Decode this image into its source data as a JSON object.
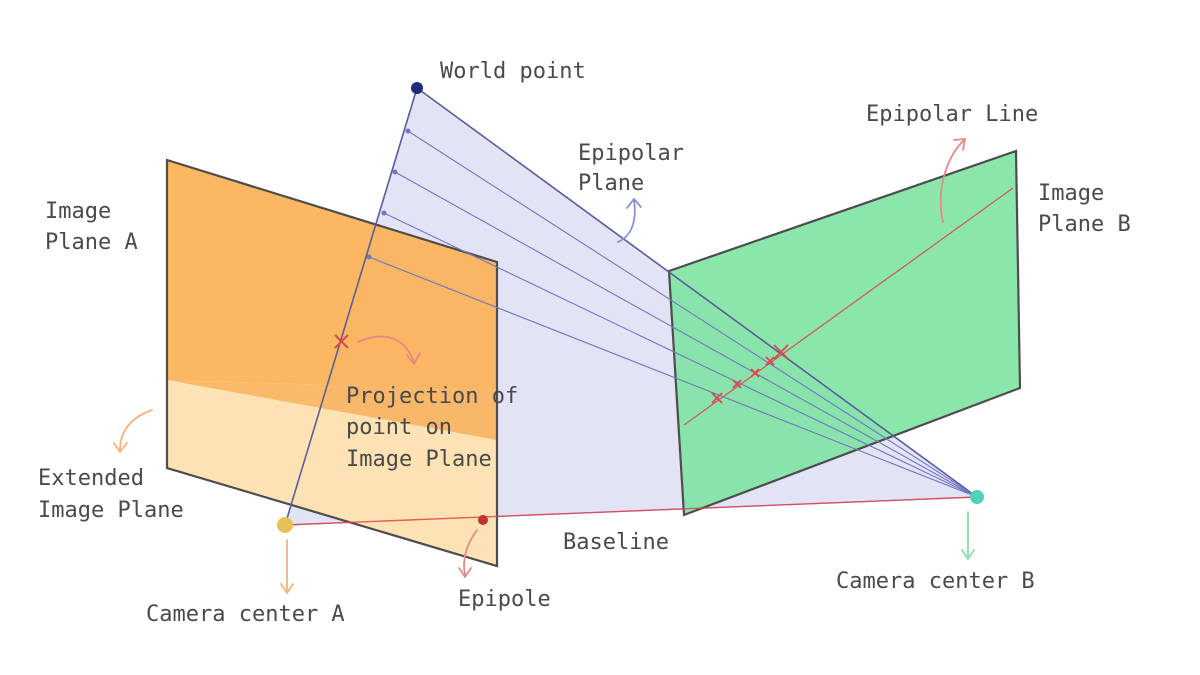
{
  "labels": {
    "world_point": "World point",
    "epipolar_plane": [
      "Epipolar",
      "Plane"
    ],
    "epipolar_line": "Epipolar Line",
    "image_plane_a": [
      "Image",
      "Plane A"
    ],
    "image_plane_b": [
      "Image",
      "Plane B"
    ],
    "projection": [
      "Projection of",
      "point on",
      "Image Plane"
    ],
    "extended_image_plane": [
      "Extended",
      "Image Plane"
    ],
    "baseline": "Baseline",
    "camera_center_a": "Camera center A",
    "camera_center_b": "Camera center B",
    "epipole": "Epipole"
  },
  "colors": {
    "plane_a": "#fbb35a",
    "plane_a_extended": "#fde2b4",
    "plane_b": "#7ee3a3",
    "epipolar_plane": "#e3e3f6",
    "ray": "#7476c4",
    "red": "#e0454f",
    "frame": "#4d4d4d",
    "world_point": "#1f2a78",
    "camera_a": "#e4c25a",
    "camera_b": "#4fd3b4",
    "arrow_orange": "#f5b27a",
    "arrow_red": "#e58a8a",
    "arrow_blue": "#8a90d8",
    "arrow_green": "#8ddca8"
  }
}
